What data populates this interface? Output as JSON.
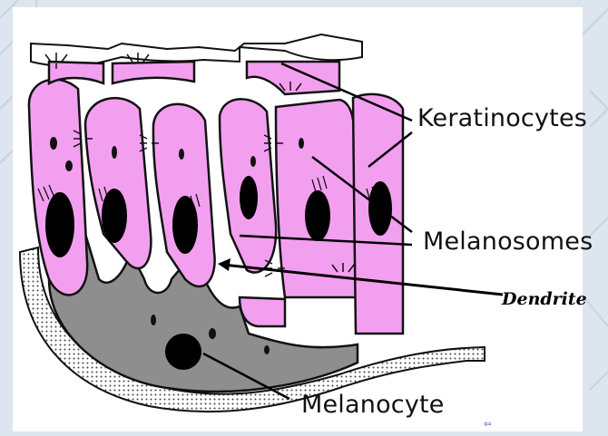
{
  "labels": {
    "keratinocytes": "Keratinocytes",
    "melanosomes": "Melanosomes",
    "dendrite": "Dendrite",
    "melanocyte": "Melanocyte"
  },
  "icons": {
    "back": "back-arrow-icon"
  },
  "colors": {
    "cytoplasm": "#f39ff0",
    "nucleus": "#000000",
    "melanocyte_body": "#8e8e8e",
    "background": "#dde6ef"
  }
}
